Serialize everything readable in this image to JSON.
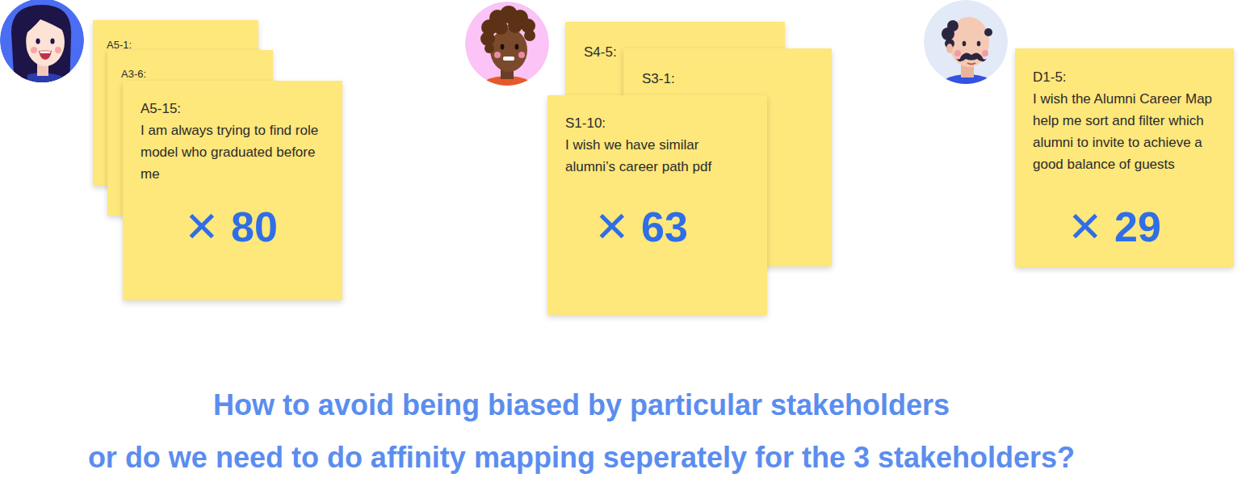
{
  "diagram": {
    "nodes": [
      {
        "text": [
          "A5-1:"
        ]
      },
      {
        "text": [
          "A3-6:"
        ]
      },
      {
        "text": [
          "A5-15:",
          "I am always trying to find role model who graduated before me",
          "✕ 80"
        ]
      },
      {
        "text": [
          "S4-5:"
        ]
      },
      {
        "text": [
          "S3-1:"
        ]
      },
      {
        "text": [
          "S1-10:",
          "I wish we have similar alumni’s career path pdf",
          "✕ 63"
        ]
      },
      {
        "text": [
          "D1-5:",
          "I wish the Alumni Career Map help me sort and filter which alumni to invite to achieve a good balance of guests",
          "✕ 29"
        ]
      }
    ],
    "labels": [
      "How to avoid being biased by particular stakeholders",
      "or do we need to do affinity mapping seperately for the 3 stakeholders?"
    ]
  }
}
